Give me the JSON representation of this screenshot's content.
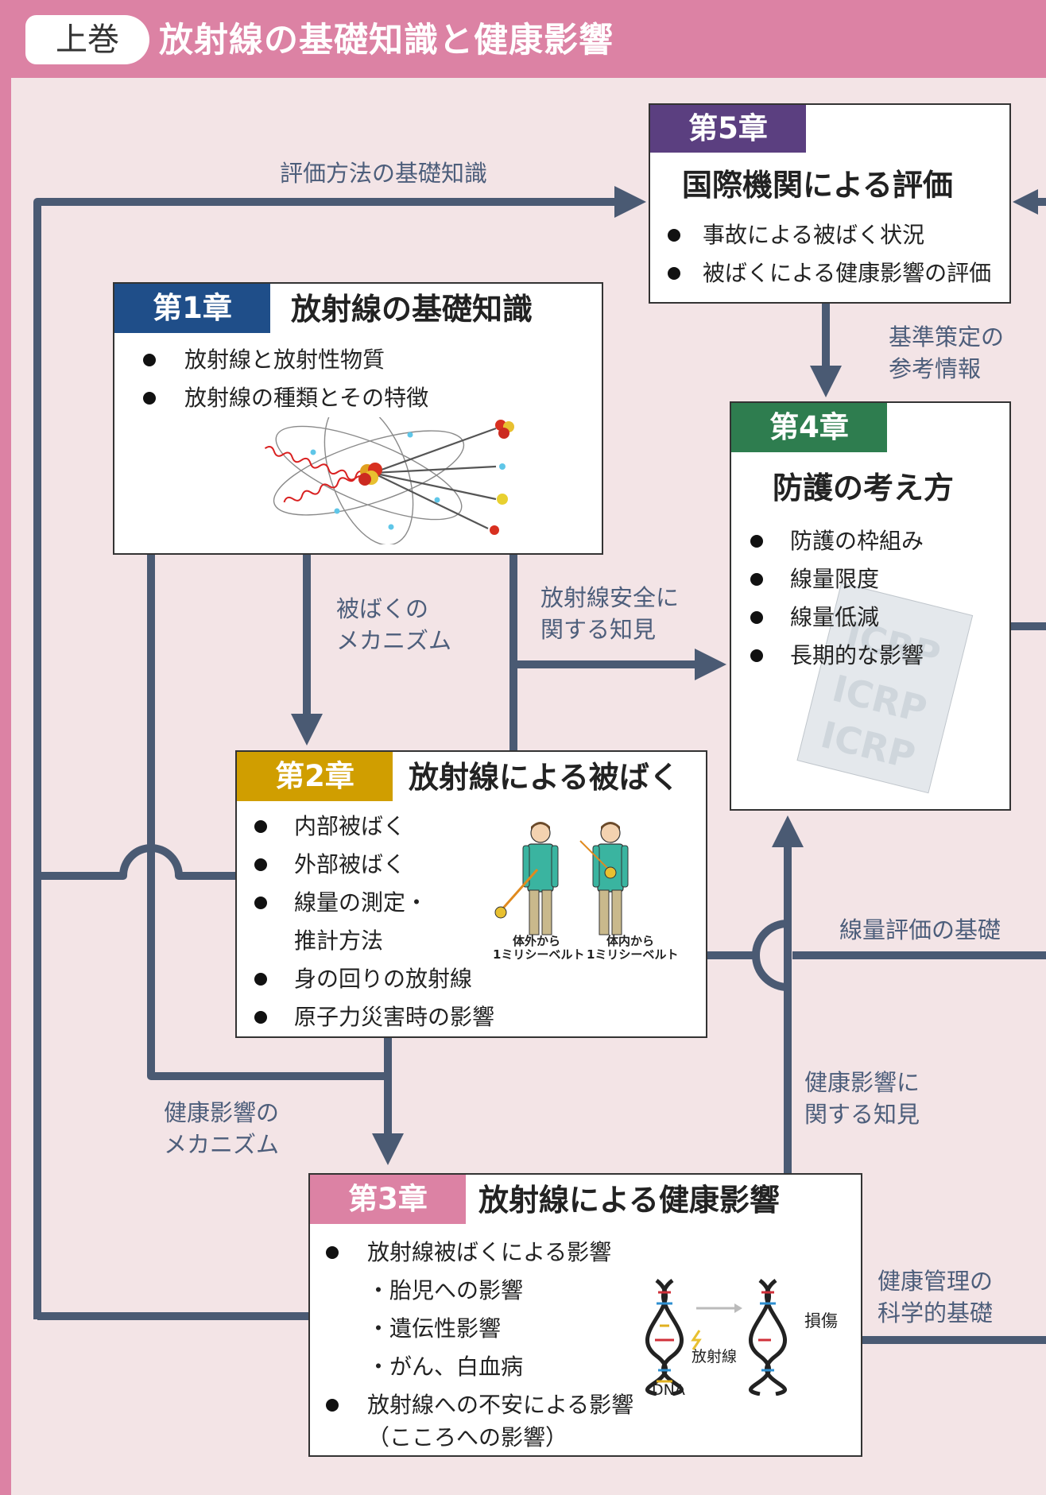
{
  "header": {
    "volume": "上巻",
    "title": "放射線の基礎知識と健康影響"
  },
  "colors": {
    "header": "#dc82a4",
    "background": "#f3e4e6",
    "connector": "#4a5a73",
    "chapter1": "#1f4e89",
    "chapter2": "#d09e00",
    "chapter3": "#dc82a4",
    "chapter4": "#2e7d4f",
    "chapter5": "#5b3f80"
  },
  "chapter5": {
    "tag": "第5章",
    "title": "国際機関による評価",
    "items": [
      "事故による被ばく状況",
      "被ばくによる健康影響の評価"
    ]
  },
  "chapter1": {
    "tag": "第1章",
    "title": "放射線の基礎知識",
    "items": [
      "放射線と放射性物質",
      "放射線の種類とその特徴"
    ]
  },
  "chapter4": {
    "tag": "第4章",
    "title": "防護の考え方",
    "items": [
      "防護の枠組み",
      "線量限度",
      "線量低減",
      "長期的な影響"
    ],
    "cover_text": "ICRP"
  },
  "chapter2": {
    "tag": "第2章",
    "title": "放射線による被ばく",
    "items": [
      "内部被ばく",
      "外部被ばく",
      "線量の測定・",
      "推計方法",
      "身の回りの放射線",
      "原子力災害時の影響"
    ],
    "figure_left_line1": "体外から",
    "figure_left_line2": "1ミリシーベルト",
    "figure_right_line1": "体内から",
    "figure_right_line2": "1ミリシーベルト"
  },
  "chapter3": {
    "tag": "第3章",
    "title": "放射線による健康影響",
    "item1": "放射線被ばくによる影響",
    "subitems": [
      "胎児への影響",
      "遺伝性影響",
      "がん、白血病"
    ],
    "item2": "放射線への不安による影響",
    "item2_note": "（こころへの影響）",
    "dna_label": "DNA",
    "radiation_label": "放射線",
    "damage_label": "損傷"
  },
  "labels": {
    "eval_basics": "評価方法の基礎知識",
    "standard_ref_1": "基準策定の",
    "standard_ref_2": "参考情報",
    "exposure_mech_1": "被ばくの",
    "exposure_mech_2": "メカニズム",
    "safety_knowledge_1": "放射線安全に",
    "safety_knowledge_2": "関する知見",
    "dose_eval_basics": "線量評価の基礎",
    "health_knowledge_1": "健康影響に",
    "health_knowledge_2": "関する知見",
    "health_mech_1": "健康影響の",
    "health_mech_2": "メカニズム",
    "health_mgmt_1": "健康管理の",
    "health_mgmt_2": "科学的基礎"
  }
}
